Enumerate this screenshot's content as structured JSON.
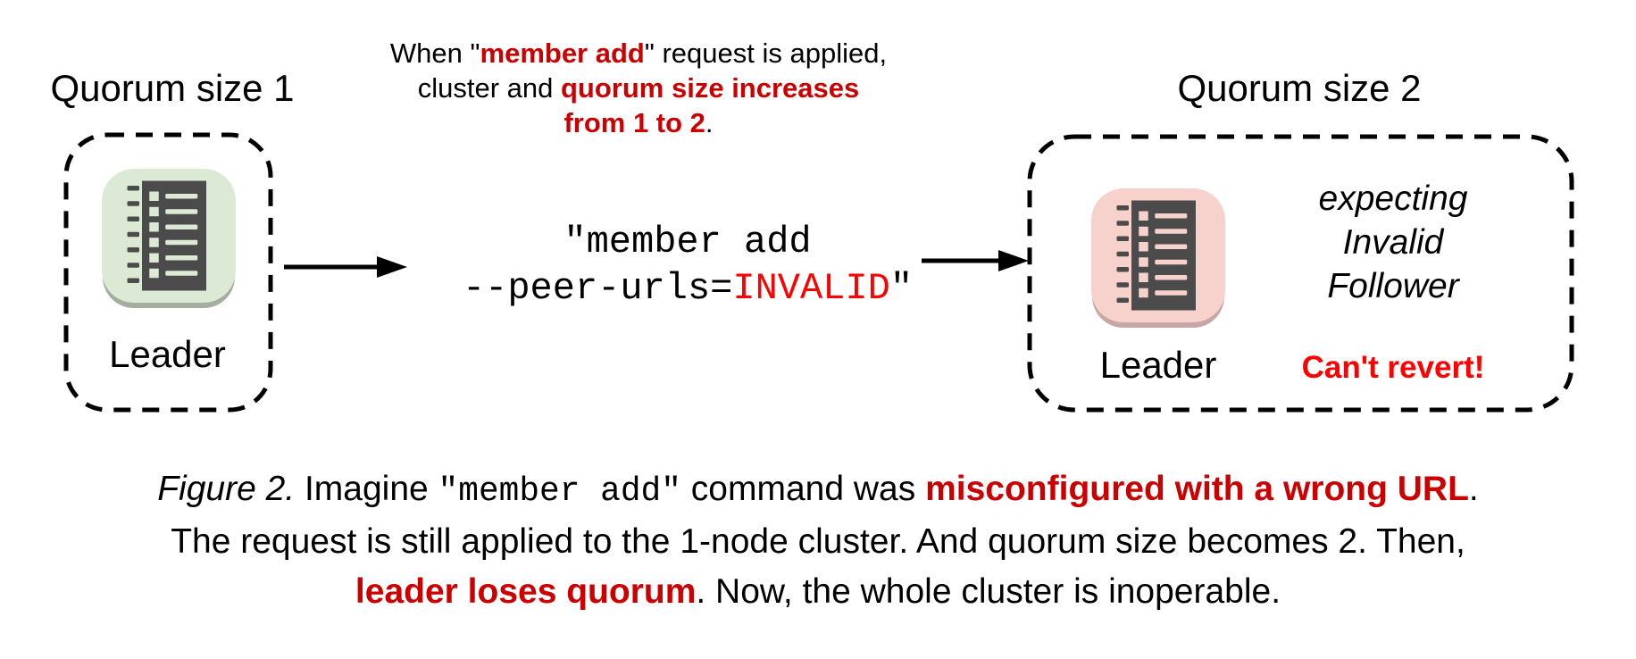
{
  "figure": {
    "left_cluster": {
      "title": "Quorum size 1",
      "leader_label": "Leader",
      "node_color": "#dcead5",
      "node_edge_color": "#a4ad9f"
    },
    "right_cluster": {
      "title": "Quorum size 2",
      "leader_label": "Leader",
      "node_color": "#f7d1cc",
      "node_edge_color": "#c9a6a6",
      "expectation": {
        "lines": [
          [
            {
              "t": "expecting"
            }
          ],
          [
            {
              "t": "Invalid"
            }
          ],
          [
            {
              "t": "Follower"
            }
          ]
        ]
      },
      "warning": "Can't revert!"
    },
    "annotation": {
      "lines": [
        [
          {
            "t": "When \""
          },
          {
            "t": "member add",
            "s": "rb"
          },
          {
            "t": "\" request is applied,"
          }
        ],
        [
          {
            "t": "cluster and "
          },
          {
            "t": "quorum size increases",
            "s": "rb"
          }
        ],
        [
          {
            "t": "from 1 to 2",
            "s": "rb"
          },
          {
            "t": "."
          }
        ]
      ]
    },
    "command": {
      "lines": [
        [
          {
            "t": "\"member add"
          }
        ],
        [
          {
            "t": "--peer-urls="
          },
          {
            "t": "INVALID",
            "s": "br"
          },
          {
            "t": "\""
          }
        ]
      ]
    },
    "caption": {
      "lines": [
        [
          {
            "t": "Figure 2.",
            "s": "i"
          },
          {
            "t": " Imagine "
          },
          {
            "t": "\"member add\"",
            "s": "m"
          },
          {
            "t": " command was "
          },
          {
            "t": "misconfigured with a wrong URL",
            "s": "rb"
          },
          {
            "t": "."
          }
        ],
        [
          {
            "t": "The request is still applied to the 1-node cluster. And quorum size becomes 2. Then,"
          }
        ],
        [
          {
            "t": "leader loses quorum",
            "s": "rb"
          },
          {
            "t": ". Now, the whole cluster is inoperable."
          }
        ]
      ]
    },
    "colors": {
      "dark_red_accent": "#cc0000",
      "bright_red_accent": "#ff0000",
      "glyph_dark": "#4b4b4b",
      "node_green": "#dcead5",
      "node_pink": "#f7d1cc",
      "outline_black": "#000000"
    },
    "icons": {
      "node_icon": "member-log-icon",
      "flow_icon": "arrow-right-icon"
    }
  }
}
